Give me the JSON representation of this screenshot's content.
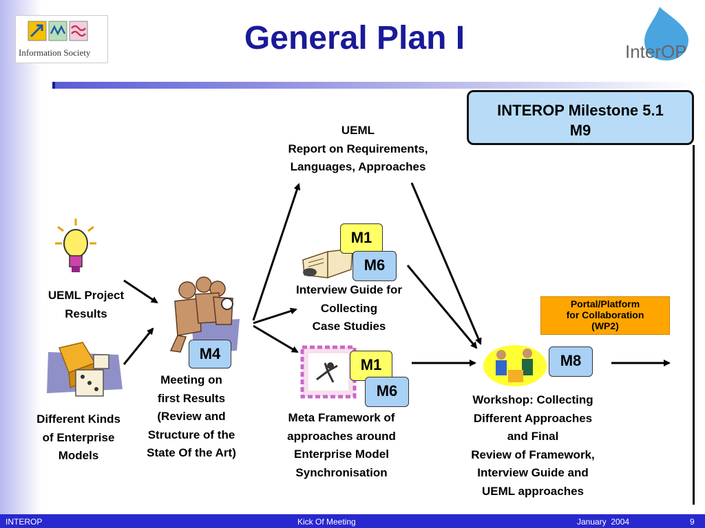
{
  "header": {
    "title": "General Plan I",
    "logo_left_text": "Information Society",
    "logo_right_text": "InterOP"
  },
  "milestone": {
    "line1": "INTEROP Milestone 5.1",
    "line2": "M9"
  },
  "nodes": {
    "ueml_project": [
      "UEML Project",
      "Results"
    ],
    "enterprise_models": [
      "Different Kinds",
      "of Enterprise",
      "Models"
    ],
    "meeting": [
      "Meeting on",
      "first Results",
      "(Review and",
      "Structure of the",
      "State Of the Art)"
    ],
    "ueml_report": [
      "UEML",
      "Report on Requirements,",
      "Languages, Approaches"
    ],
    "interview_guide": [
      "Interview Guide for",
      "Collecting",
      "Case Studies"
    ],
    "meta_framework": [
      "Meta Framework of",
      "approaches around",
      "Enterprise Model",
      "Synchronisation"
    ],
    "workshop": [
      "Workshop: Collecting",
      "Different Approaches",
      "and Final",
      "Review of Framework,",
      "Interview Guide and",
      "UEML approaches"
    ],
    "portal": [
      "Portal/Platform",
      "for Collaboration",
      "(WP2)"
    ]
  },
  "badges": {
    "m4": "M4",
    "m1_top": "M1",
    "m6_top": "M6",
    "m1_bottom": "M1",
    "m6_bottom": "M6",
    "m8": "M8"
  },
  "footer": {
    "left": "INTEROP",
    "center": "Kick Of Meeting",
    "date": "January  2004",
    "page": "9"
  },
  "colors": {
    "title": "#1a1a99",
    "milestone_fill": "#b8dcf8",
    "badge_blue": "#a9d0f5",
    "badge_yellow": "#ffff66",
    "portal": "#ffa500",
    "footer": "#2828d0"
  }
}
